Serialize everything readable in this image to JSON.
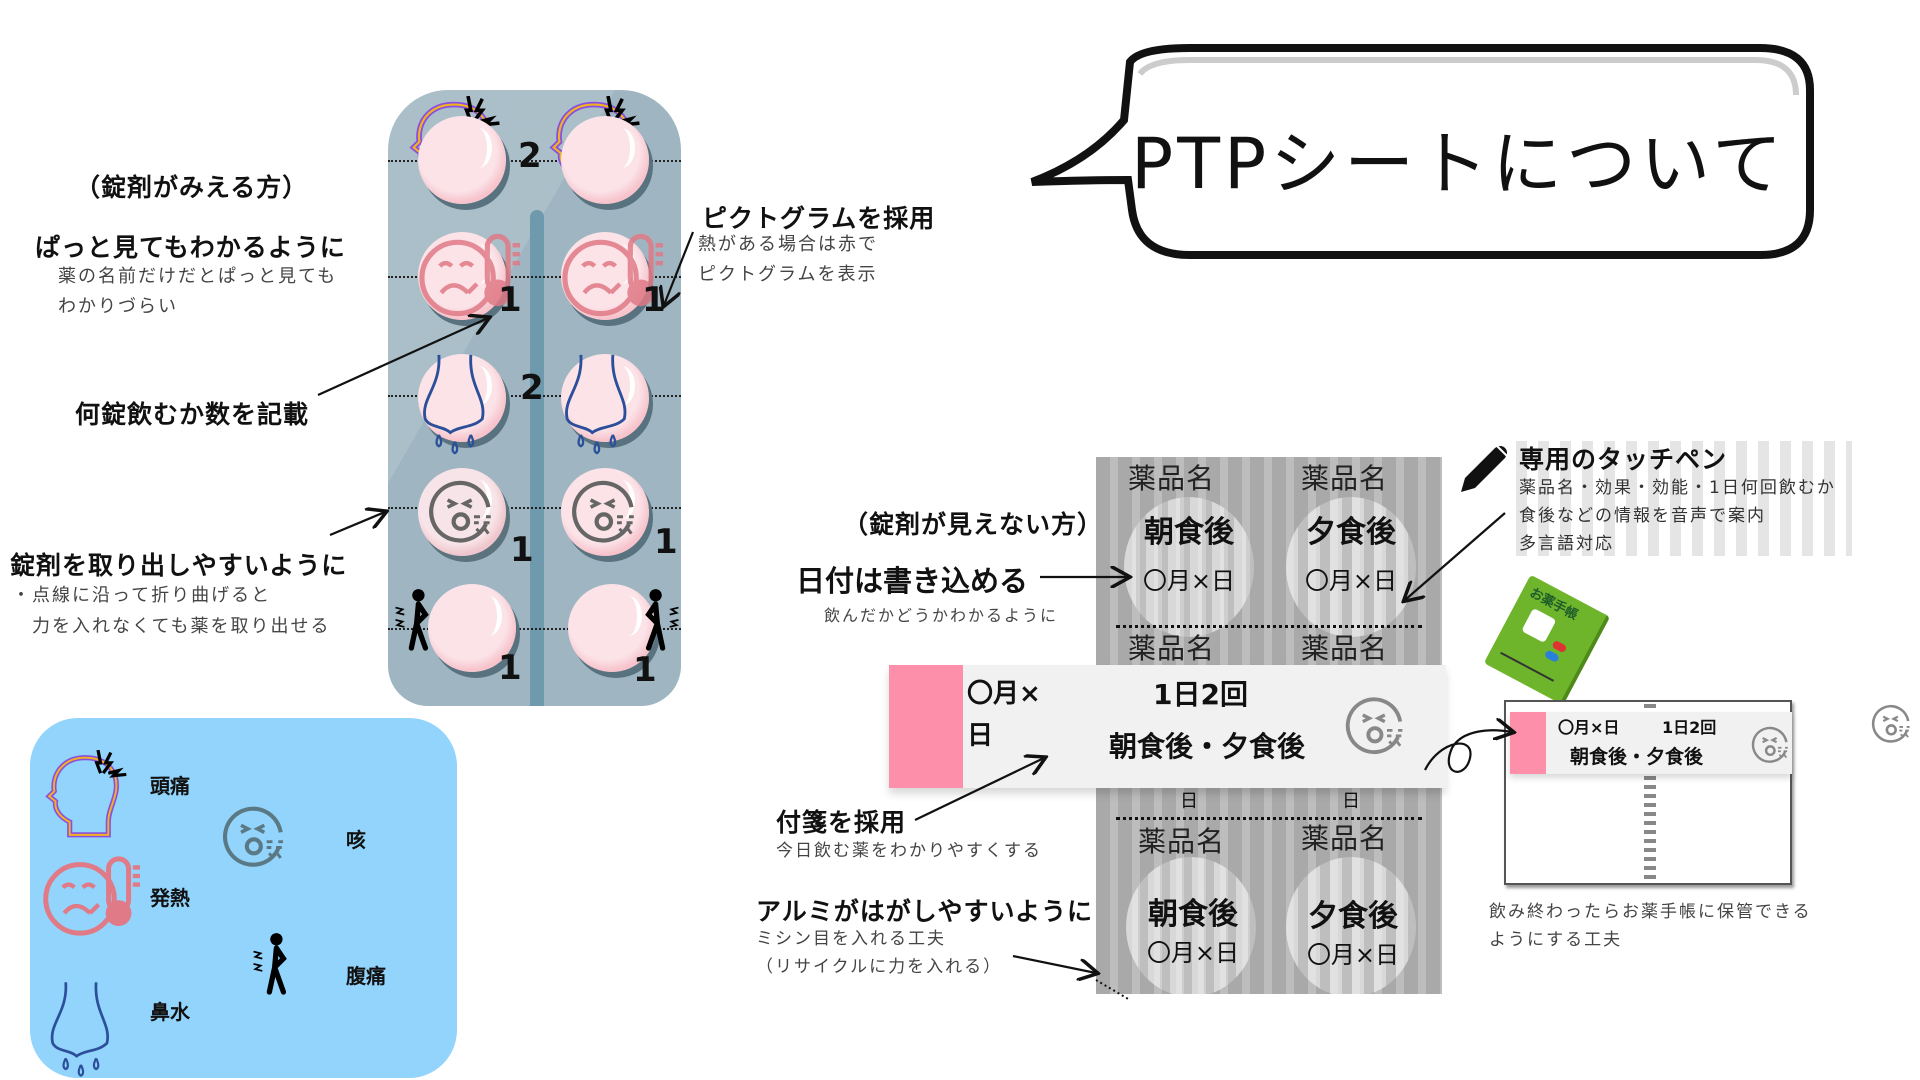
{
  "title": "PTPシートについて",
  "visible_side": {
    "heading": "（錠剤がみえる方）",
    "glance": {
      "title": "ぱっと見てもわかるように",
      "lines": [
        "薬の名前だけだとぱっと見ても",
        "わかりづらい"
      ]
    },
    "count": {
      "title": "何錠飲むか数を記載"
    },
    "remove": {
      "title": "錠剤を取り出しやすいように",
      "lines": [
        "・点線に沿って折り曲げると",
        "　力を入れなくても薬を取り出せる"
      ]
    },
    "pictogram": {
      "title": "ピクトグラムを採用",
      "lines": [
        "熱がある場合は赤で",
        "ピクトグラムを表示"
      ]
    },
    "pill_counts": [
      "2",
      "1",
      "1",
      "2",
      "1",
      "1",
      "1",
      "1"
    ]
  },
  "legend": {
    "items": [
      {
        "label": "頭痛",
        "icon": "headache-icon"
      },
      {
        "label": "発熱",
        "icon": "fever-icon"
      },
      {
        "label": "鼻水",
        "icon": "runny-nose-icon"
      },
      {
        "label": "咳",
        "icon": "cough-icon"
      },
      {
        "label": "腹痛",
        "icon": "stomachache-icon"
      }
    ]
  },
  "hidden_side": {
    "heading": "（錠剤が見えない方）",
    "date": {
      "title": "日付は書き込める",
      "sub": "飲んだかどうかわかるように"
    },
    "sticky": {
      "title": "付箋を採用",
      "sub": "今日飲む薬をわかりやすくする"
    },
    "foil": {
      "title": "アルミがはがしやすいように",
      "lines": [
        "ミシン目を入れる工夫",
        "（リサイクルに力を入れる）"
      ]
    },
    "sheet": {
      "drug_name": "薬品名",
      "morning": "朝食後",
      "evening": "夕食後",
      "date_text": "〇月×日",
      "cut_text": "日"
    },
    "sticky_note": {
      "date_line1": "〇月×",
      "date_line2": "日",
      "freq": "1日2回",
      "timing": "朝食後・夕食後"
    },
    "pen": {
      "title": "専用のタッチペン",
      "lines": [
        "薬品名・効果・効能・1日何回飲むか",
        "食後などの情報を音声で案内",
        "多言語対応"
      ]
    },
    "notebook": {
      "book_title": "お薬手帳",
      "date": "〇月×日",
      "freq": "1日2回",
      "timing": "朝食後・夕食後",
      "caption": [
        "飲み終わったらお薬手帳に保管できる",
        "ようにする工夫"
      ]
    }
  },
  "colors": {
    "blister": "#9fb6c2",
    "legend_bg": "#92d4fb",
    "sticky_pink": "#fd8fab",
    "fever": "#e07a86"
  }
}
